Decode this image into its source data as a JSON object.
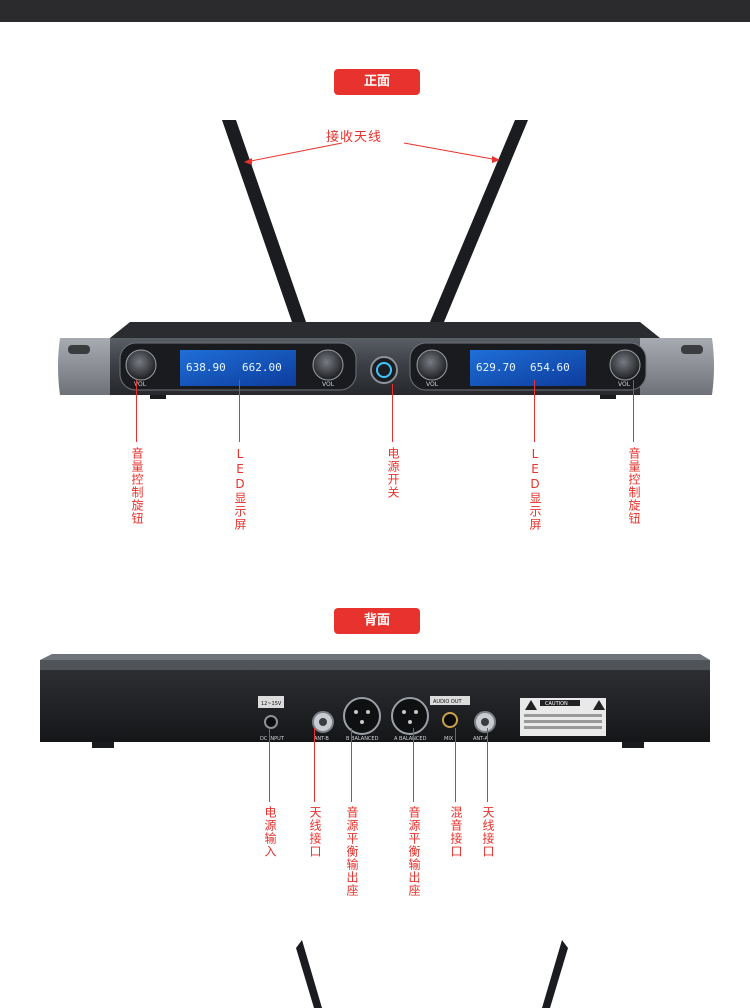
{
  "front": {
    "title": "正面",
    "antenna_label": "接收天线",
    "callouts": [
      {
        "id": "vol-left",
        "text": "音量控制旋钮"
      },
      {
        "id": "led-left",
        "text": "LED显示屏"
      },
      {
        "id": "power",
        "text": "电源开关"
      },
      {
        "id": "led-right",
        "text": "LED显示屏"
      },
      {
        "id": "vol-right",
        "text": "音量控制旋钮"
      }
    ],
    "displays": [
      {
        "ch_a": "638.90",
        "ch_b": "662.00"
      },
      {
        "ch_a": "629.70",
        "ch_b": "654.60"
      }
    ],
    "knob_label": "VOL"
  },
  "back": {
    "title": "背面",
    "callouts": [
      {
        "id": "dc-input",
        "text": "电源输入"
      },
      {
        "id": "ant-b",
        "text": "天线接口"
      },
      {
        "id": "balanced-1",
        "text": "音源平衡输出座"
      },
      {
        "id": "balanced-2",
        "text": "音源平衡输出座"
      },
      {
        "id": "mix",
        "text": "混音接口"
      },
      {
        "id": "ant-a",
        "text": "天线接口"
      }
    ],
    "panel_labels": {
      "dc": "DC INPUT",
      "antb": "ANT-B",
      "bal1": "B BALANCED",
      "bal2": "A BALANCED",
      "audio_out": "AUDIO OUT",
      "mix": "MIX",
      "anta": "ANT-A",
      "caution": "CAUTION",
      "voltage": "12~15V"
    }
  }
}
